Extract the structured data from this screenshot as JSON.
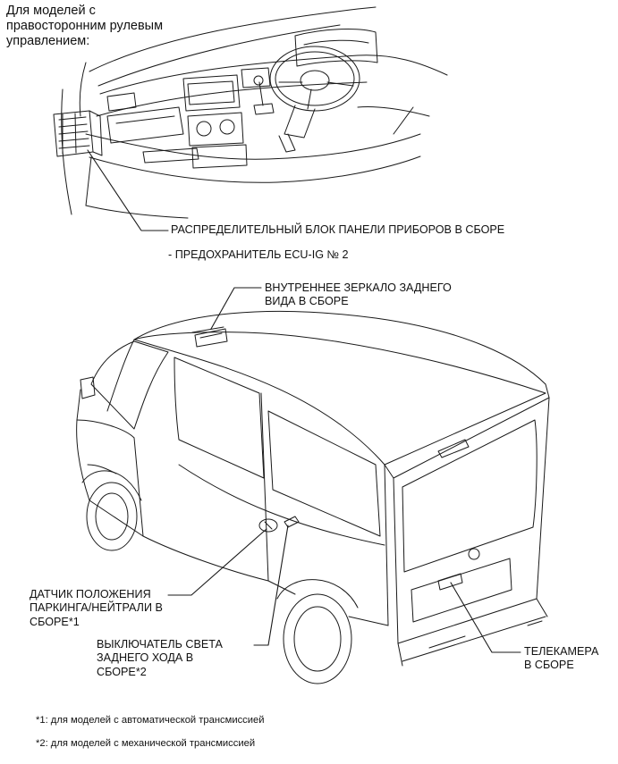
{
  "header": {
    "title": "Для моделей с\nправосторонним рулевым\nуправлением:"
  },
  "labels": {
    "junction_block": "РАСПРЕДЕЛИТЕЛЬНЫЙ БЛОК ПАНЕЛИ ПРИБОРОВ В СБОРЕ",
    "fuse": "- ПРЕДОХРАНИТЕЛЬ ECU-IG № 2",
    "mirror": "ВНУТРЕННЕЕ ЗЕРКАЛО ЗАДНЕГО\nВИДА В СБОРЕ",
    "pn_switch": "ДАТЧИК ПОЛОЖЕНИЯ\nПАРКИНГА/НЕЙТРАЛИ В\nСБОРЕ*1",
    "backup_switch": "ВЫКЛЮЧАТЕЛЬ СВЕТА\nЗАДНЕГО ХОДА В\nСБОРЕ*2",
    "camera": "ТЕЛЕКАМЕРА\nВ СБОРЕ"
  },
  "footnotes": [
    "*1: для моделей с автоматической трансмиссией",
    "*2: для моделей с механической трансмиссией"
  ],
  "colors": {
    "line": "#1a1a1a",
    "text": "#111111",
    "background": "#ffffff"
  }
}
